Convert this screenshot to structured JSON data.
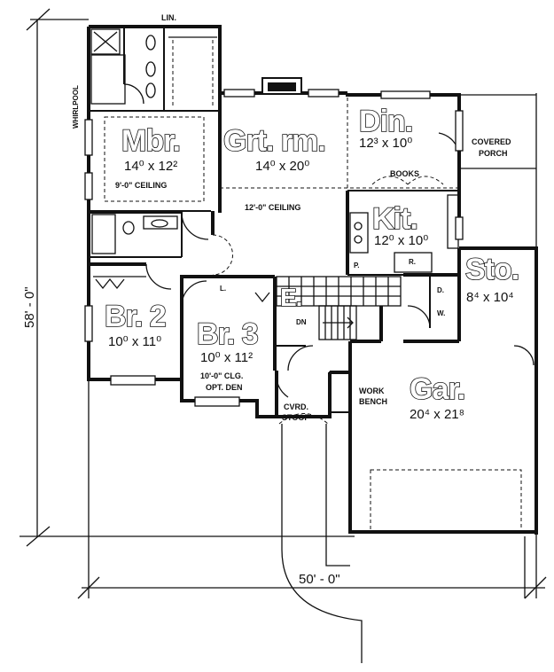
{
  "rooms": {
    "mbr": {
      "name": "Mbr.",
      "size": "14⁰ x 12²",
      "note": "9'-0\" CEILING"
    },
    "grt": {
      "name": "Grt. rm.",
      "size": "14⁰ x 20⁰"
    },
    "din": {
      "name": "Din.",
      "size": "12³ x 10⁰"
    },
    "kit": {
      "name": "Kit.",
      "size": "12⁰ x 10⁰"
    },
    "sto": {
      "name": "Sto.",
      "size": "8⁴ x 10⁴"
    },
    "br2": {
      "name": "Br. 2",
      "size": "10⁰ x 11⁰"
    },
    "br3": {
      "name": "Br. 3",
      "size": "10⁰ x 11²",
      "note1": "10'-0\" CLG.",
      "note2": "OPT. DEN"
    },
    "gar": {
      "name": "Gar.",
      "size": "20⁴ x 21⁸"
    },
    "entry": {
      "name": "E."
    }
  },
  "labels": {
    "lin": "LIN.",
    "whirlpool": "WHIRLPOOL",
    "covered_porch_1": "COVERED",
    "covered_porch_2": "PORCH",
    "books": "BOOKS",
    "ceiling_12": "12'-0\" CEILING",
    "pantry": "P.",
    "range": "R.",
    "dryer": "D.",
    "washer": "W.",
    "linen_closet": "L.",
    "stair_dn": "DN",
    "stoop_1": "CVRD.",
    "stoop_2": "STOOP",
    "bench_1": "WORK",
    "bench_2": "BENCH"
  },
  "dimensions": {
    "depth": "58' - 0\"",
    "width": "50' - 0\""
  },
  "icons": {
    "fireplace": "fireplace-icon",
    "stair": "stair-icon"
  }
}
